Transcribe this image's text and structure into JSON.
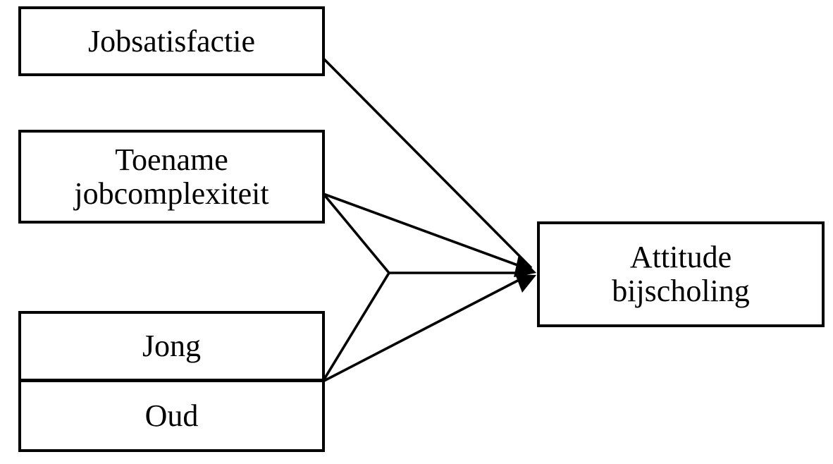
{
  "diagram": {
    "colors": {
      "background": "#ffffff",
      "stroke": "#000000",
      "text": "#000000"
    },
    "boxes": {
      "jobsatisfactie": {
        "lines": [
          "Jobsatisfactie"
        ]
      },
      "toename_jobcomplexiteit": {
        "lines": [
          "Toename",
          "jobcomplexiteit"
        ]
      },
      "jong": {
        "lines": [
          "Jong"
        ]
      },
      "oud": {
        "lines": [
          "Oud"
        ]
      },
      "attitude_bijscholing": {
        "lines": [
          "Attitude",
          "bijscholing"
        ]
      }
    },
    "edges": [
      {
        "from": "Jobsatisfactie",
        "to": "Attitude bijscholing",
        "style": "arrow"
      },
      {
        "from": "Toename jobcomplexiteit",
        "to": "Attitude bijscholing",
        "style": "arrow"
      },
      {
        "from": "Jong/Oud",
        "to": "Attitude bijscholing",
        "style": "arrow"
      },
      {
        "from": "Toename jobcomplexiteit × Jong/Oud interaction junction",
        "to": "Attitude bijscholing",
        "style": "arrow"
      }
    ]
  }
}
